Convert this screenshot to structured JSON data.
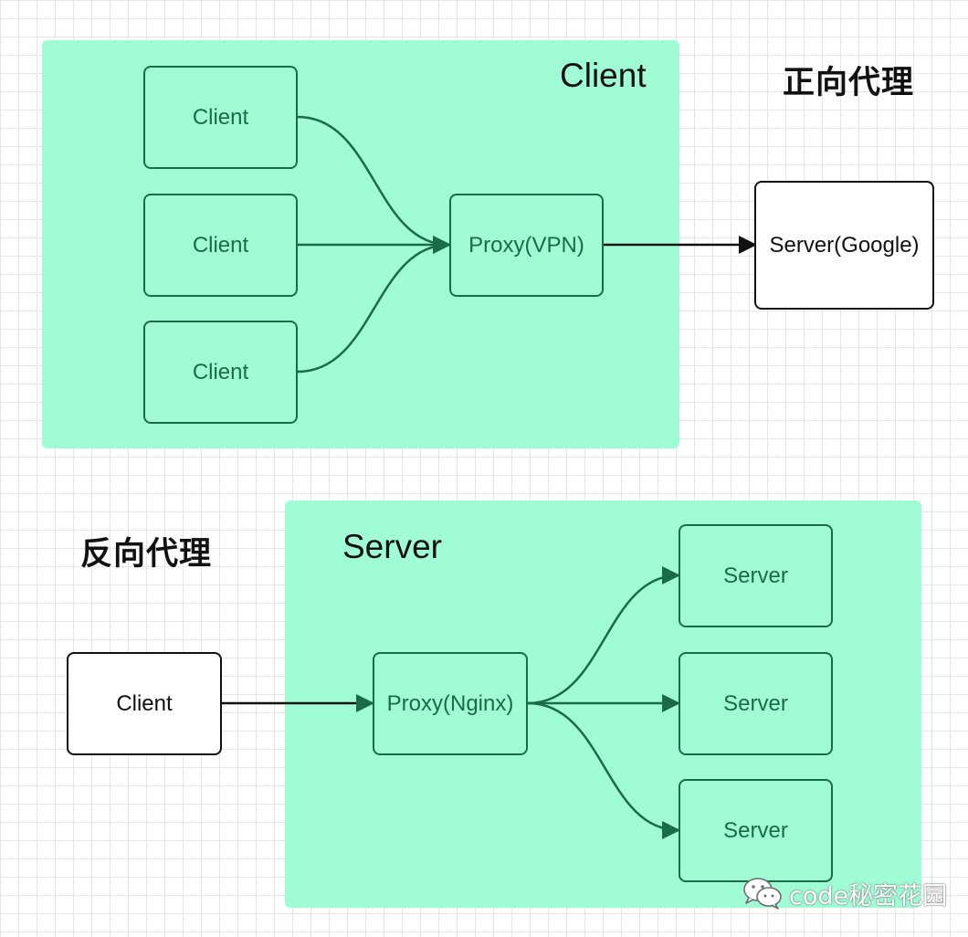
{
  "colors": {
    "region_fill": "#9ffcd5",
    "green_stroke": "#1a6b47",
    "plain_stroke": "#111111"
  },
  "forward": {
    "heading": "正向代理",
    "region_label": "Client",
    "clients": [
      "Client",
      "Client",
      "Client"
    ],
    "proxy": "Proxy(VPN)",
    "server": "Server(Google)"
  },
  "reverse": {
    "heading": "反向代理",
    "region_label": "Server",
    "client": "Client",
    "proxy": "Proxy(Nginx)",
    "servers": [
      "Server",
      "Server",
      "Server"
    ]
  },
  "watermark": {
    "icon": "wechat-icon",
    "text": "code秘密花园"
  }
}
